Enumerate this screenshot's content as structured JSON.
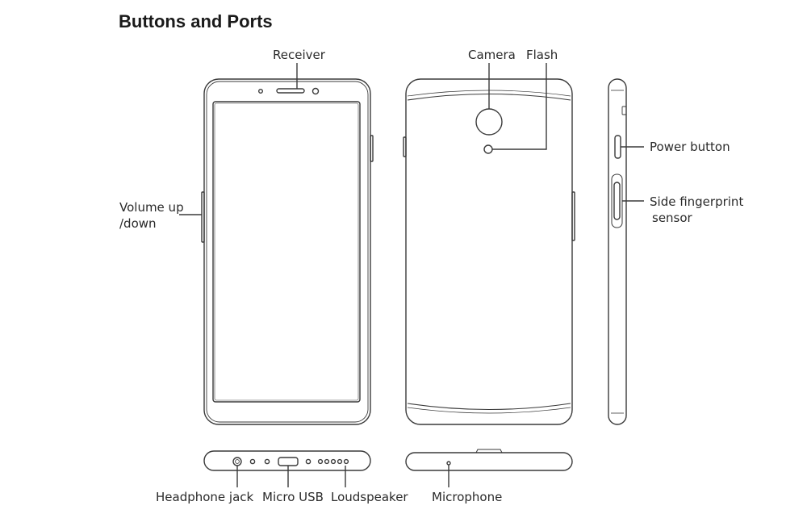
{
  "title": "Buttons and Ports",
  "labels": {
    "receiver": "Receiver",
    "camera": "Camera",
    "flash": "Flash",
    "volume_line1": "Volume up",
    "volume_line2": "/down",
    "power_button": "Power button",
    "fingerprint_line1": "Side fingerprint",
    "fingerprint_line2": "sensor",
    "headphone_jack": "Headphone jack",
    "micro_usb": "Micro USB",
    "loudspeaker": "Loudspeaker",
    "microphone": "Microphone"
  },
  "colors": {
    "stroke": "#3a3a3a",
    "text": "#2a2a2a"
  }
}
